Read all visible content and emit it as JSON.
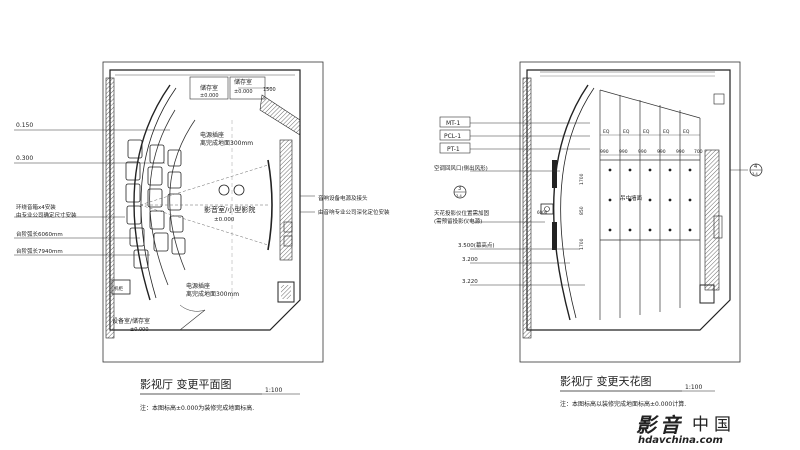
{
  "left_plan": {
    "title": "影视厅  变更平面图",
    "scale": "1:100",
    "note": "注：本图标高±0.000为装修完成地面标高.",
    "rooms": {
      "storage_top": "储存室",
      "storage_top_2": "储存室",
      "storage_level_top": "±0.000",
      "storage_level_top_2": "±0.000",
      "theater_name": "影音室/小型影院",
      "theater_level": "±0.000",
      "equip_room": "设备室/储存室",
      "equip_level": "±0.000",
      "small_box": "机柜"
    },
    "callouts": {
      "power_top": "电源插座",
      "power_top_2": "离完成地面300mm",
      "power_bottom": "电源插座",
      "power_bottom_2": "离完成地面300mm",
      "audio_1": "音响设备电源及接头",
      "audio_2": "由音响专业公司深化定位安装"
    },
    "left_labels": [
      "0.150",
      "0.300",
      "环绕音箱x4安装",
      "由专业公司确定尺寸安装",
      "台阶弧长6060mm",
      "台阶弧长7940mm"
    ],
    "dim_top": "1500"
  },
  "right_plan": {
    "title": "影视厅  变更天花图",
    "scale": "1:100",
    "note": "注：本图标高以装修完成地面标高±0.000计算.",
    "legend": [
      "MT-1",
      "PCL-1",
      "PT-1"
    ],
    "left_labels": [
      "空调回风口(侧出风形)",
      "天花投影仪位置需加固",
      "(需预留投影仪电源)",
      "3.500(幕高点)",
      "3.200",
      "3.220"
    ],
    "section_marks": [
      {
        "num": "3",
        "sheet": "3-4"
      },
      {
        "num": "4",
        "sheet": "3-4"
      }
    ],
    "eq_label": "EQ",
    "dims": [
      "990",
      "990",
      "990",
      "990",
      "990",
      "700"
    ],
    "center_text": "吊中墙面",
    "vert_dims": [
      "1700",
      "850",
      "1700"
    ],
    "speaker_label": "6000"
  },
  "watermark": {
    "chars": [
      "影",
      "音",
      "中",
      "国"
    ],
    "url": "hdavchina.com"
  }
}
